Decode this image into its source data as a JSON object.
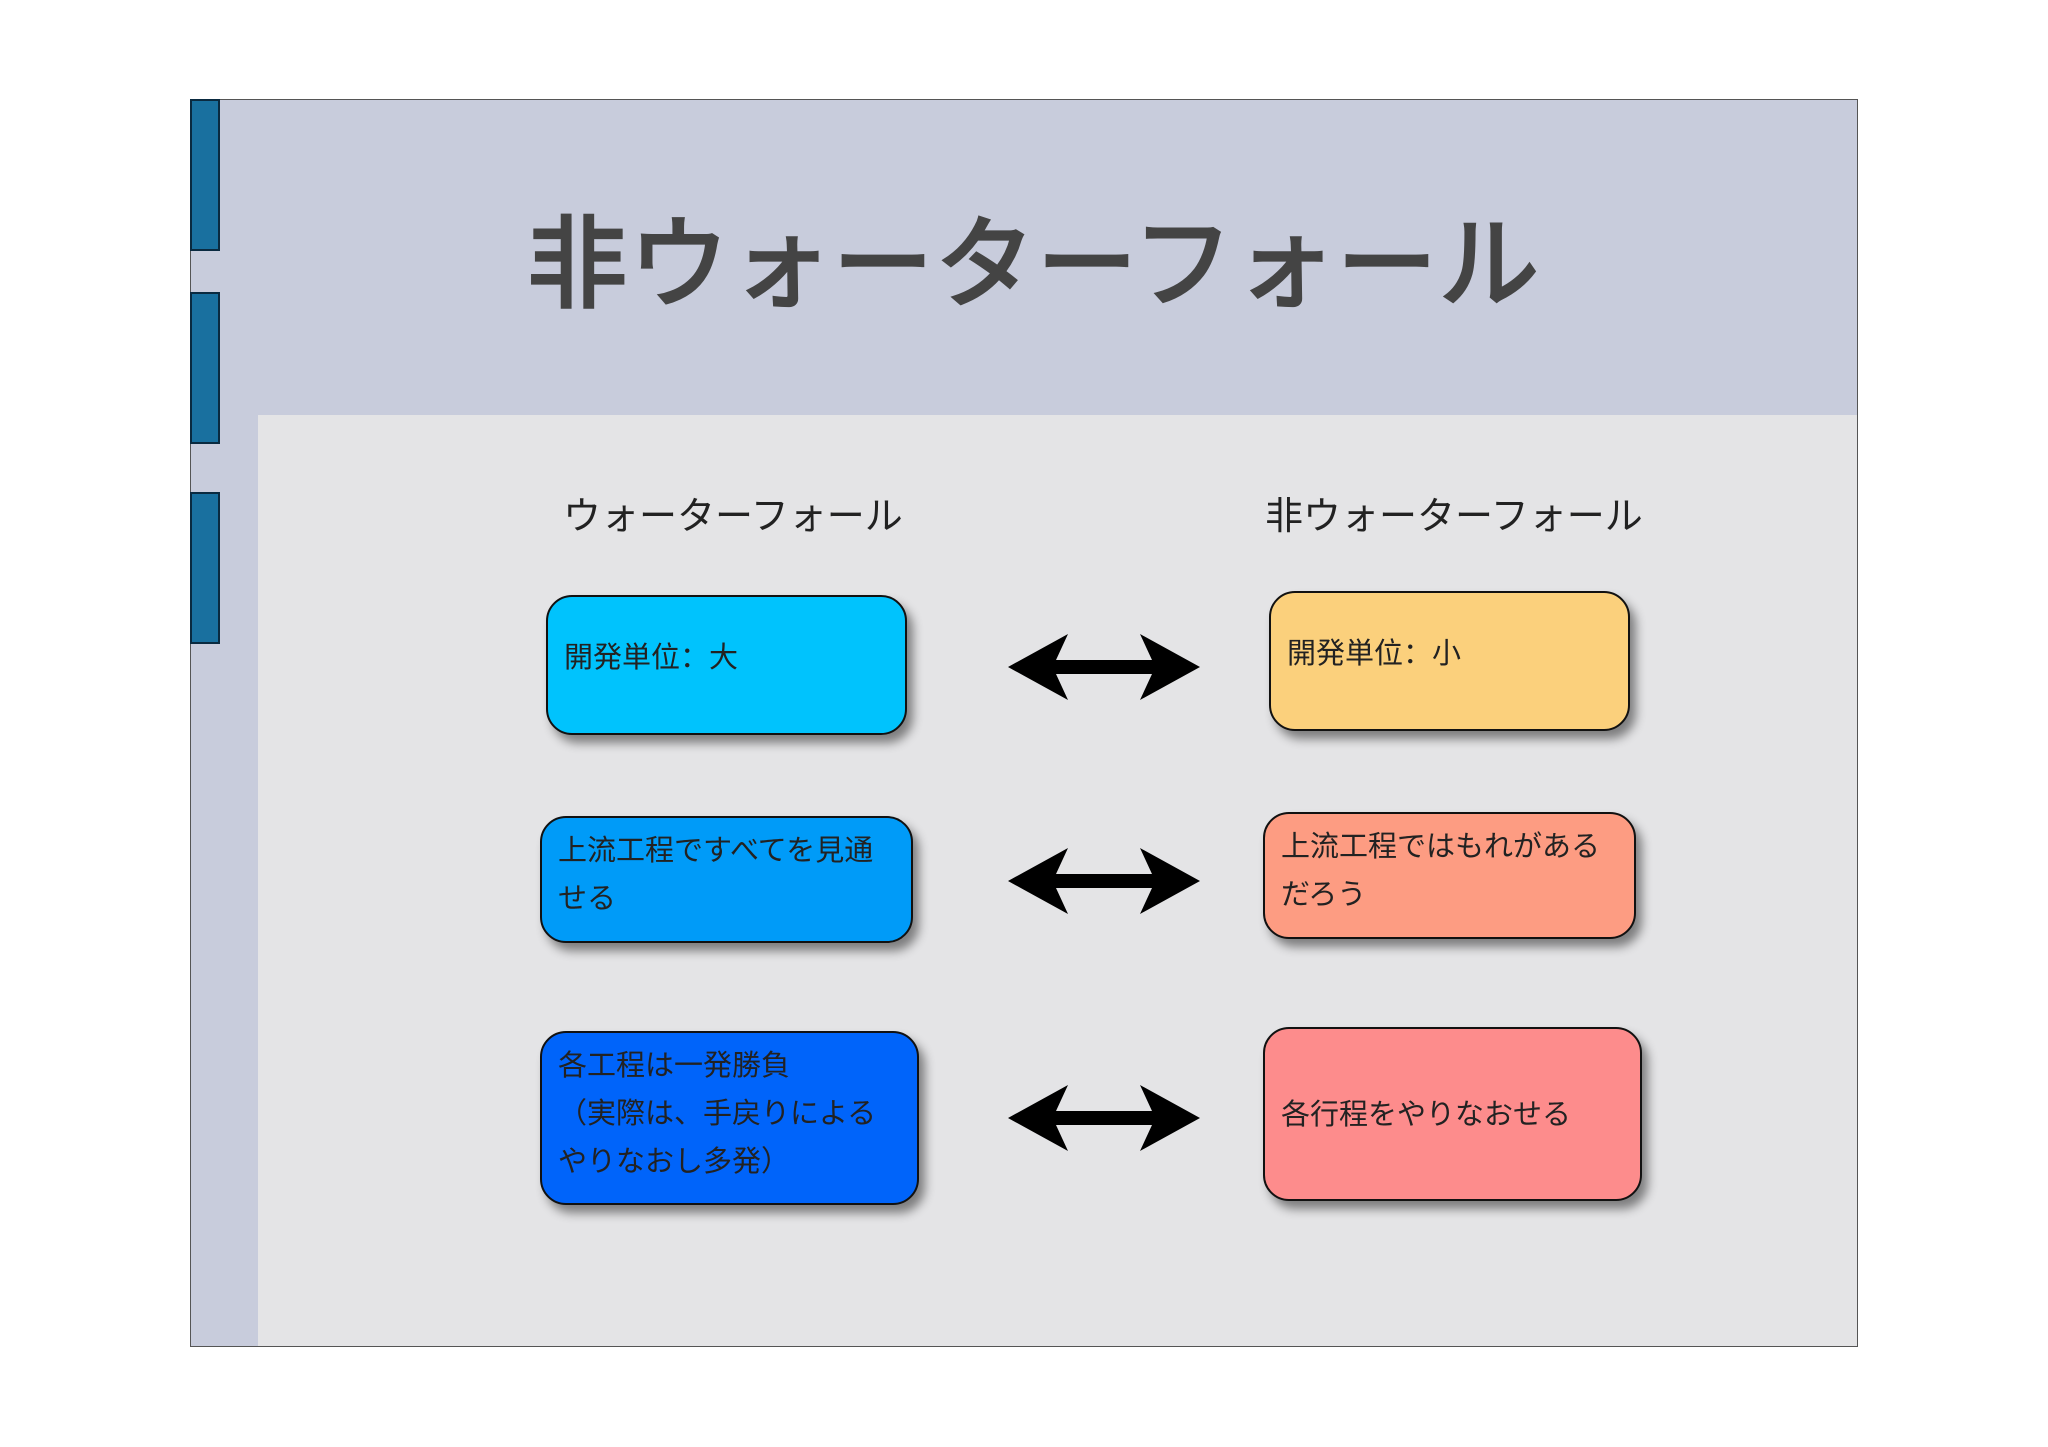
{
  "slide": {
    "title": "非ウォーターフォール"
  },
  "columns": {
    "left_header": "ウォーターフォール",
    "right_header": "非ウォーターフォール"
  },
  "rows": [
    {
      "left": {
        "text": "開発単位：大",
        "color": "#00c3fd"
      },
      "right": {
        "text": "開発単位：小",
        "color": "#fbd07c"
      }
    },
    {
      "left": {
        "text": "上流工程ですべてを見通\nせる",
        "color": "#009bf8"
      },
      "right": {
        "text": "上流工程ではもれがある\nだろう",
        "color": "#fd9c82"
      }
    },
    {
      "left": {
        "text": "各工程は一発勝負\n（実際は、手戻りによる\nやりなおし多発）",
        "color": "#0064fa"
      },
      "right": {
        "text": "各行程をやりなおせる",
        "color": "#fd8c8c"
      }
    }
  ],
  "colors": {
    "slide_header_bg": "#c8ccdc",
    "content_bg": "#e4e4e6",
    "side_tab": "#19709f",
    "title_text": "#444444"
  },
  "icons": [
    "double-arrow-icon"
  ]
}
